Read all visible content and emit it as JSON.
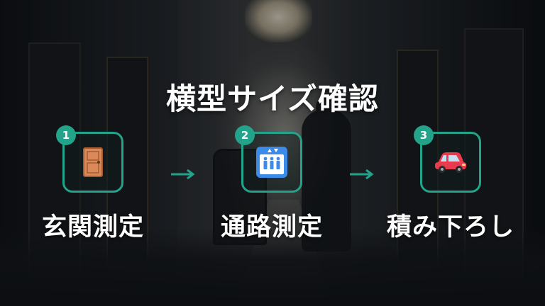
{
  "title": "横型サイズ確認",
  "colors": {
    "accent": "#23a389",
    "text": "#ffffff"
  },
  "steps": [
    {
      "number": "1",
      "label": "玄関測定",
      "icon": "door-icon"
    },
    {
      "number": "2",
      "label": "通路測定",
      "icon": "elevator-icon"
    },
    {
      "number": "3",
      "label": "積み下ろし",
      "icon": "car-icon"
    }
  ],
  "connector_icon": "arrow-right-icon"
}
